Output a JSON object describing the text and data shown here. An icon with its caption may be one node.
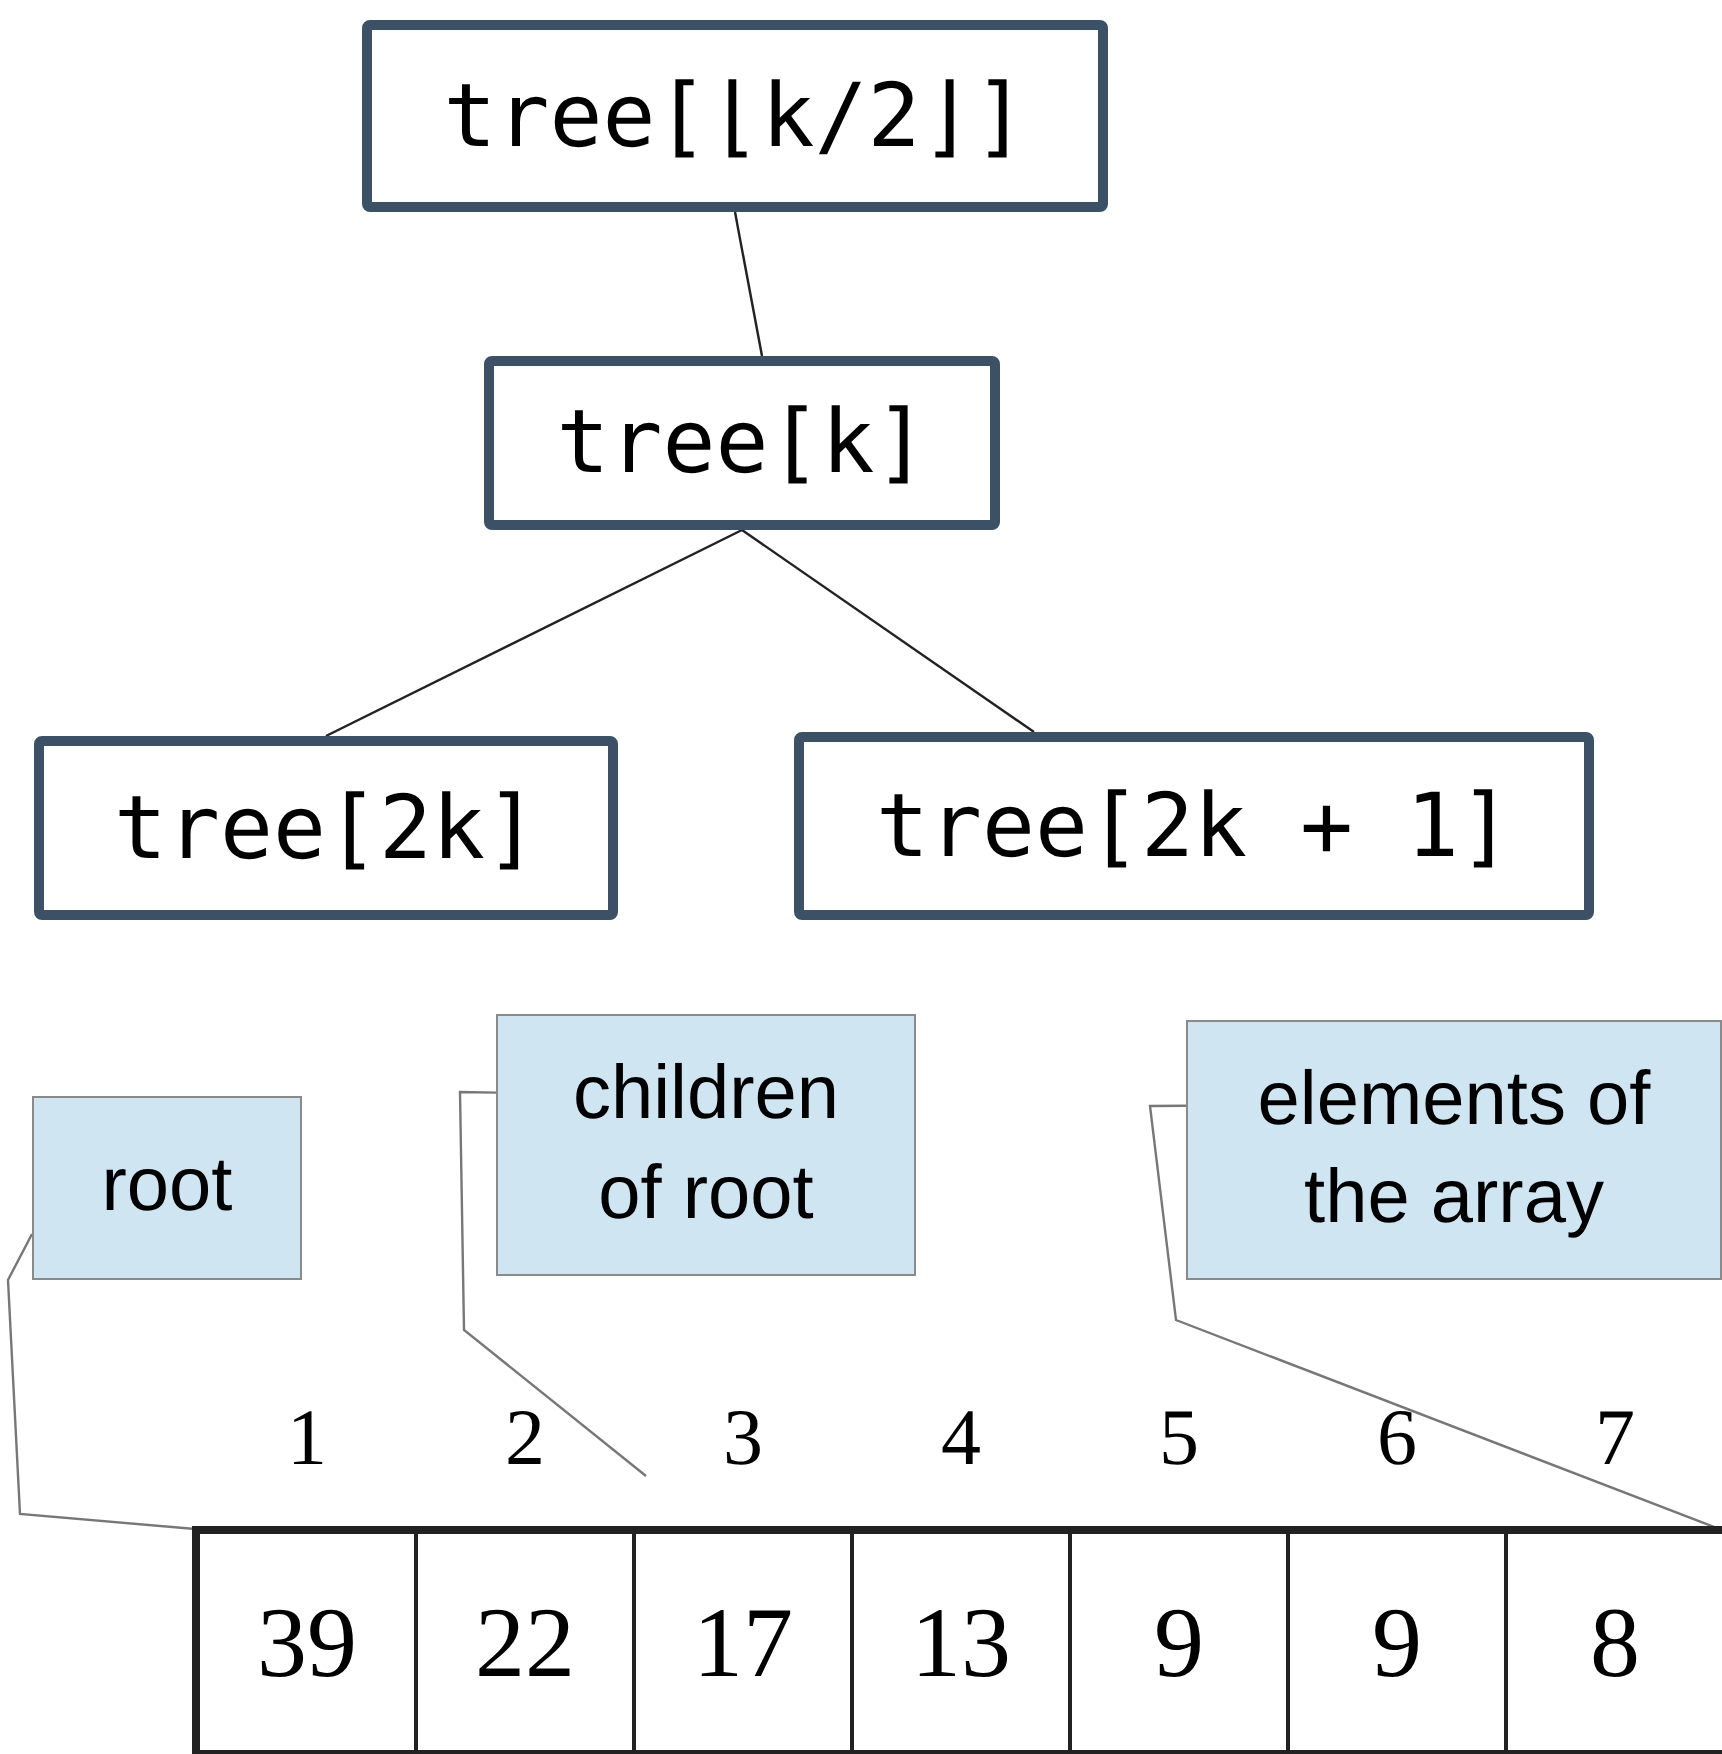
{
  "diagram": {
    "nodes": [
      {
        "text": [
          "tree[⌊k/2⌋]"
        ]
      },
      {
        "text": [
          "tree[k]"
        ]
      },
      {
        "text": [
          "tree[2k]"
        ]
      },
      {
        "text": [
          "tree[2k + 1]"
        ]
      },
      {
        "text": [
          "root"
        ]
      },
      {
        "text": [
          "children of root"
        ]
      },
      {
        "text": [
          "elements of the array"
        ]
      },
      {
        "text": [],
        "shape": "box"
      },
      {
        "text": [
          "39"
        ],
        "in": 7,
        "beside": [
          "1"
        ]
      },
      {
        "text": [
          "22"
        ],
        "in": 7,
        "beside": [
          "2"
        ]
      },
      {
        "text": [
          "17"
        ],
        "in": 7,
        "beside": [
          "3"
        ]
      },
      {
        "text": [
          "13"
        ],
        "in": 7,
        "beside": [
          "4"
        ]
      },
      {
        "text": [
          "9"
        ],
        "in": 7,
        "beside": [
          "5"
        ]
      },
      {
        "text": [
          "9"
        ],
        "in": 7,
        "beside": [
          "6"
        ]
      },
      {
        "text": [
          "8"
        ],
        "in": 7,
        "beside": [
          "7"
        ]
      }
    ],
    "edges": [
      {
        "from": 0,
        "to": 1,
        "arrow": "none"
      },
      {
        "from": 1,
        "to": 2,
        "arrow": "none"
      },
      {
        "from": 1,
        "to": 3,
        "arrow": "none"
      },
      {
        "from": 4,
        "to": 8,
        "arrow": "none"
      },
      {
        "from": 5,
        "to": null,
        "arrow": "none"
      },
      {
        "from": 6,
        "to": 7,
        "arrow": "none"
      }
    ]
  }
}
